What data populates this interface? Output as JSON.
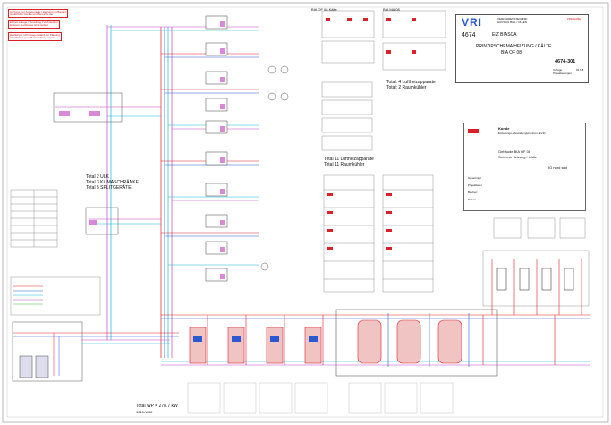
{
  "notes": [
    "Achtung: nur Anlagenteile / Heizung mit Bauteil",
    "zusätzliche Geräte und Bereiche der",
    "Einheit Anlage / Verteilung / Verbraucher",
    "Hinweis: Heizkreise nicht isoliert",
    "Heizkörper nicht Gegenstand der Planung",
    "Anschlüsse gemäß Grundriss, Fenster"
  ],
  "bia_headers": {
    "left": "BIA OF 08 Kälte",
    "right": "BIA MA 08"
  },
  "summaries": {
    "luft_a": "Total: 4 Luftheizapparate",
    "luft_b": "Total: 2 Raumkühler",
    "mid_a": "Total   11 Luftheizapparate",
    "mid_b": "Total   11 Raumkühler",
    "left_a": "Total 2 ULK",
    "left_b": "Total 3 KLIMASCHRÄNKE",
    "left_c": "Total 5 SPLITGERÄTE",
    "wp_a": "Total WP = 278.7 kW",
    "wp_b": "1610-W52"
  },
  "title_block": {
    "logo": "VRI",
    "company_line": "VERFAHRENSTECHNIK",
    "company_line2": "HAUS AG BIEL / OLLEN",
    "project_no": "4674",
    "project_name": "EIZ BIASCA",
    "drawing_title": "PRINZIPSCHEMA HEIZUNG / KÄLTE",
    "drawing_sub": "BIA OF 08",
    "drawing_no": "4674-301",
    "stamp": "FREIGABE",
    "stage": "Vorlage",
    "stage2": "Projektierungen",
    "rev": "01.6.8"
  },
  "legend_panel": {
    "client": "Kunde",
    "client_line": "Erstellungs-/Verwaltungszentrum (EVZ)",
    "building": "Gebäude BIA OF 08",
    "scheme": "Schema Heizung / Kälte",
    "status": "IG nord süd",
    "row_labels": [
      "Genehmigt",
      "Projektleiter",
      "Bauherr",
      "Datum"
    ]
  },
  "colors": {
    "heating_supply": "#d8222a",
    "heating_return": "#2b59d0",
    "chilled": "#12b7d6",
    "glycol": "#c046c0",
    "line": "#333333",
    "accent_green": "#3ec23e"
  }
}
